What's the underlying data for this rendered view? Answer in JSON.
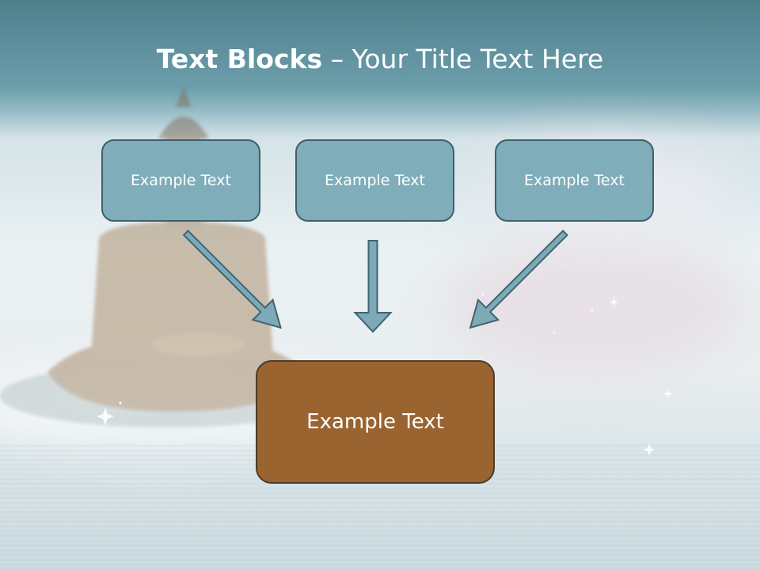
{
  "slide": {
    "title_bold": "Text Blocks",
    "title_separator": " – ",
    "title_rest": "Your Title Text Here",
    "blocks": [
      "Example Text",
      "Example Text",
      "Example Text"
    ],
    "main_block": "Example Text"
  },
  "colors": {
    "header": "#5f8f9d",
    "block_fill": "#7fadba",
    "block_border": "#3e606b",
    "main_fill": "#9a6431",
    "main_border": "#4e3a28",
    "arrow_fill": "#7ea9b7",
    "arrow_stroke": "#3f6470"
  }
}
